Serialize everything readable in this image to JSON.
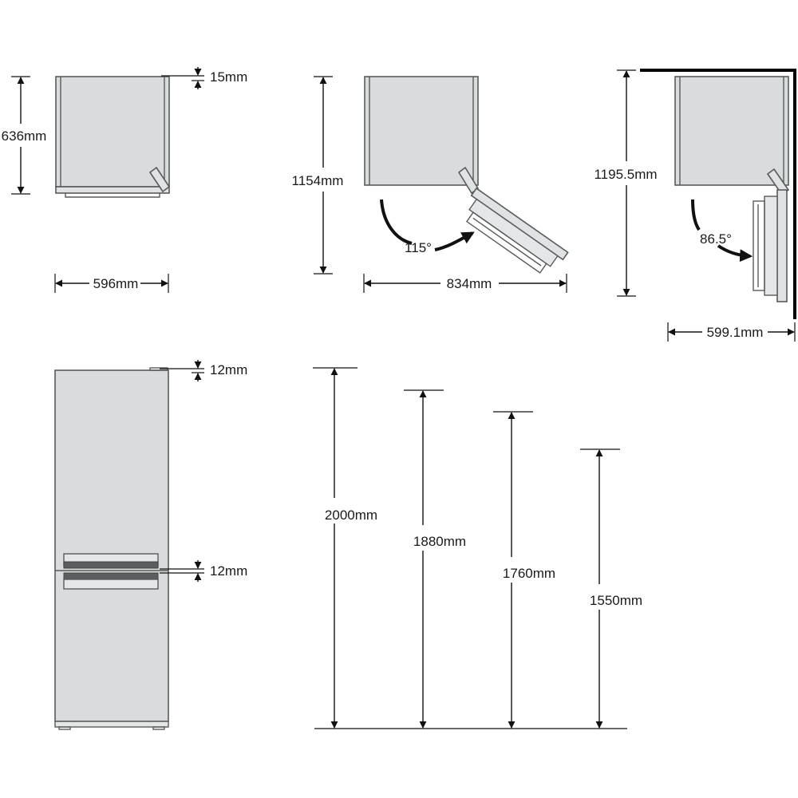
{
  "top_views": {
    "closed": {
      "depth_label": "636mm",
      "gap_label": "15mm",
      "width_label": "596mm"
    },
    "open_115": {
      "depth_label": "1154mm",
      "angle_label": "115°",
      "width_label": "834mm"
    },
    "open_86": {
      "depth_label": "1195.5mm",
      "angle_label": "86.5°",
      "width_label": "599.1mm"
    }
  },
  "front_view": {
    "top_gap_label": "12mm",
    "mid_gap_label": "12mm"
  },
  "heights": [
    {
      "label": "2000mm"
    },
    {
      "label": "1880mm"
    },
    {
      "label": "1760mm"
    },
    {
      "label": "1550mm"
    }
  ],
  "colors": {
    "appliance_fill": "#d8dcdc",
    "outline": "#5a5a5a",
    "dimension_line": "#111111",
    "handle": "#5b5d5e"
  }
}
